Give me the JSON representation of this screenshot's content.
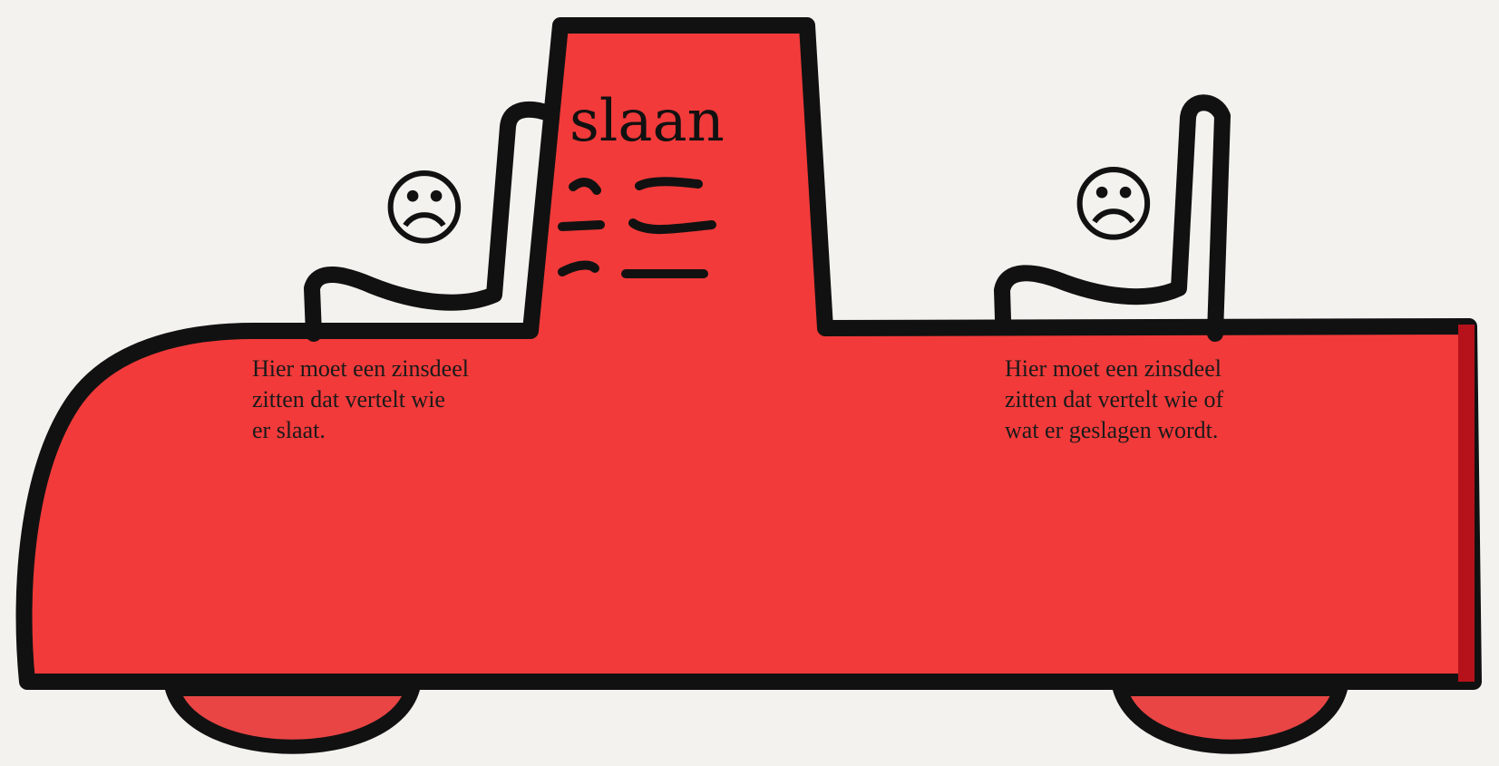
{
  "verb": "slaan",
  "faces": {
    "left": "☹",
    "right": "☹"
  },
  "notes": {
    "left": "Hier moet een zinsdeel\nzitten dat vertelt wie\ner slaat.",
    "right": "Hier moet een zinsdeel\nzitten dat vertelt wie of\nwat er geslagen wordt."
  },
  "colors": {
    "car_body": "#f23a3a",
    "wheel": "#e94545",
    "outline": "#111111",
    "background": "#f3f2ee",
    "trunk_edge": "#b5121b"
  }
}
